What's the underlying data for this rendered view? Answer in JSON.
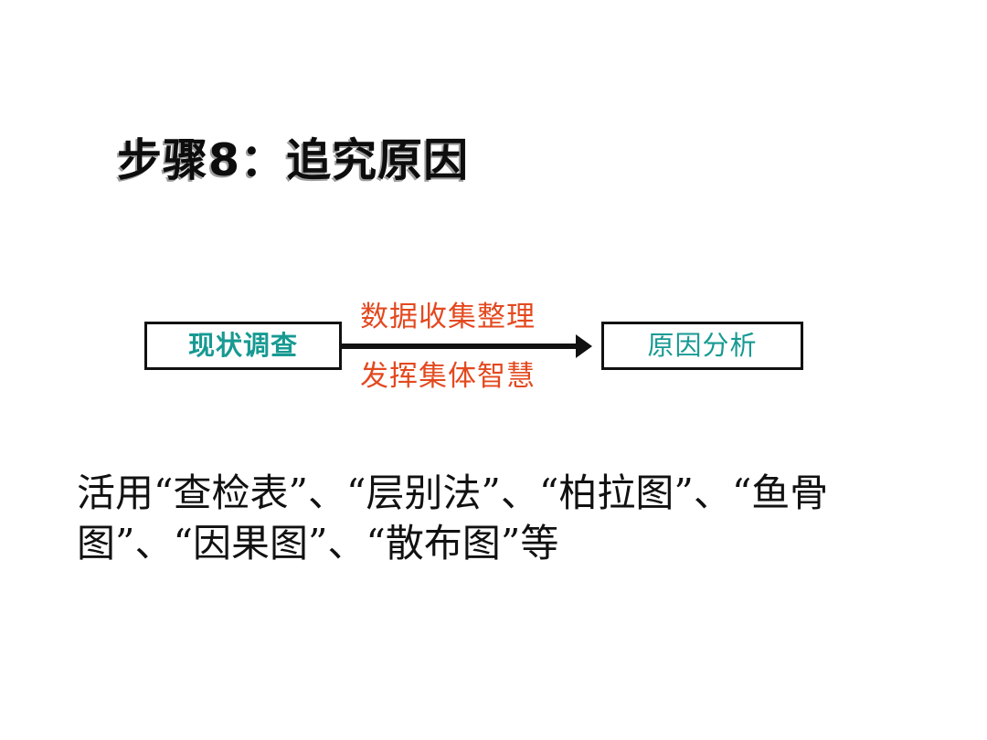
{
  "slide": {
    "title": "步骤8：追究原因",
    "background_color": "#ffffff"
  },
  "diagram": {
    "type": "process-flow",
    "accent_colors": {
      "box_text": "#179a92",
      "arrow_label": "#e3491f",
      "border": "#111111",
      "arrow": "#111111"
    },
    "nodes": [
      {
        "id": "current-survey",
        "label": "现状调查"
      },
      {
        "id": "cause-analysis",
        "label": "原因分析"
      }
    ],
    "connector": {
      "icon": "right-arrow-icon",
      "label_above": "数据收集整理",
      "label_below": "发挥集体智慧"
    }
  },
  "body": {
    "text": "活用“查检表”、“层别法”、“柏拉图”、“鱼骨图”、“因果图”、“散布图”等"
  }
}
